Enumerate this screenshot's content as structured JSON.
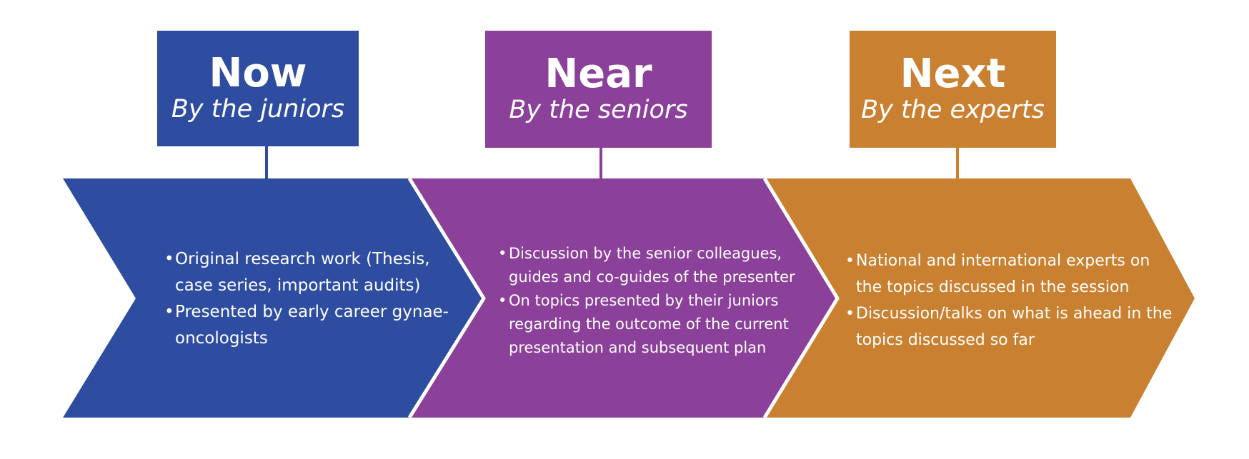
{
  "colors": {
    "now": "#2e4da0",
    "near": "#8b4099",
    "next": "#c98131",
    "divider": "#ffffff",
    "text": "#ffffff"
  },
  "stages": [
    {
      "id": "now",
      "title": "Now",
      "subtitle": "By the juniors",
      "bullets": [
        "Original research work (Thesis, case series, important audits)",
        "Presented by early career gynae-oncologists"
      ]
    },
    {
      "id": "near",
      "title": "Near",
      "subtitle": "By the seniors",
      "bullets": [
        "Discussion by the senior colleagues, guides and co-guides of the presenter",
        "On topics presented by their juniors regarding the outcome of the current presentation and subsequent plan"
      ]
    },
    {
      "id": "next",
      "title": "Next",
      "subtitle": "By the experts",
      "bullets": [
        "National and international experts on the topics discussed in the session",
        "Discussion/talks on what is ahead in the topics discussed so far"
      ]
    }
  ]
}
